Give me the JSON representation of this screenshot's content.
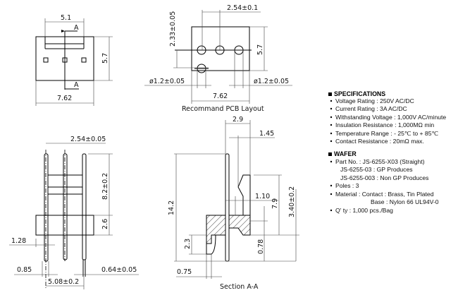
{
  "top_view": {
    "dim_width_tab": "5.1",
    "section_mark": "A",
    "dim_height": "5.7",
    "dim_width": "7.62"
  },
  "pcb_layout": {
    "dim_pitch": "2.54±0.1",
    "dim_offset": "2.33±0.05",
    "dim_height": "5.7",
    "dim_hole_left": "ø1.2±0.05",
    "dim_hole_right": "ø1.2±0.05",
    "dim_width": "7.62",
    "caption": "Recommand PCB Layout"
  },
  "front_view": {
    "dim_pitch": "2.54±0.05",
    "dim_upper": "8.2±0.2",
    "dim_body": "2.6",
    "dim_1": "1.28",
    "dim_2": "0.85",
    "dim_pin": "0.64±0.05",
    "dim_span": "5.08±0.2"
  },
  "section_view": {
    "dim_a": "2.9",
    "dim_b": "1.45",
    "dim_total": "14.2",
    "dim_c": "1.10",
    "dim_d": "7.9",
    "dim_e": "3.40±0.2",
    "dim_f": "0.78",
    "dim_g": "2.3",
    "dim_h": "0.75",
    "caption": "Section A-A"
  },
  "specifications": {
    "heading": "SPECIFICATIONS",
    "items": [
      "Voltage Rating : 250V AC/DC",
      "Current Rating : 3A  AC/DC",
      "Withstanding Voltage : 1,000V AC/minute",
      "Insulation Resistance : 1,000MΩ min",
      "Temperature Range : - 25℃ to + 85℃",
      "Contact Resistance : 20mΩ max."
    ]
  },
  "wafer": {
    "heading": "WAFER",
    "items": [
      "Part No. : JS-6255-X03 (Straight)",
      "JS-6255-03 : GP Produces",
      "JS-6255-003 : Non GP Produces",
      "Poles : 3",
      "Material : Contact : Brass, Tin Plated",
      "Base : Nylon 66 UL94V-0",
      "Q' ty : 1,000 pcs./Bag"
    ]
  }
}
